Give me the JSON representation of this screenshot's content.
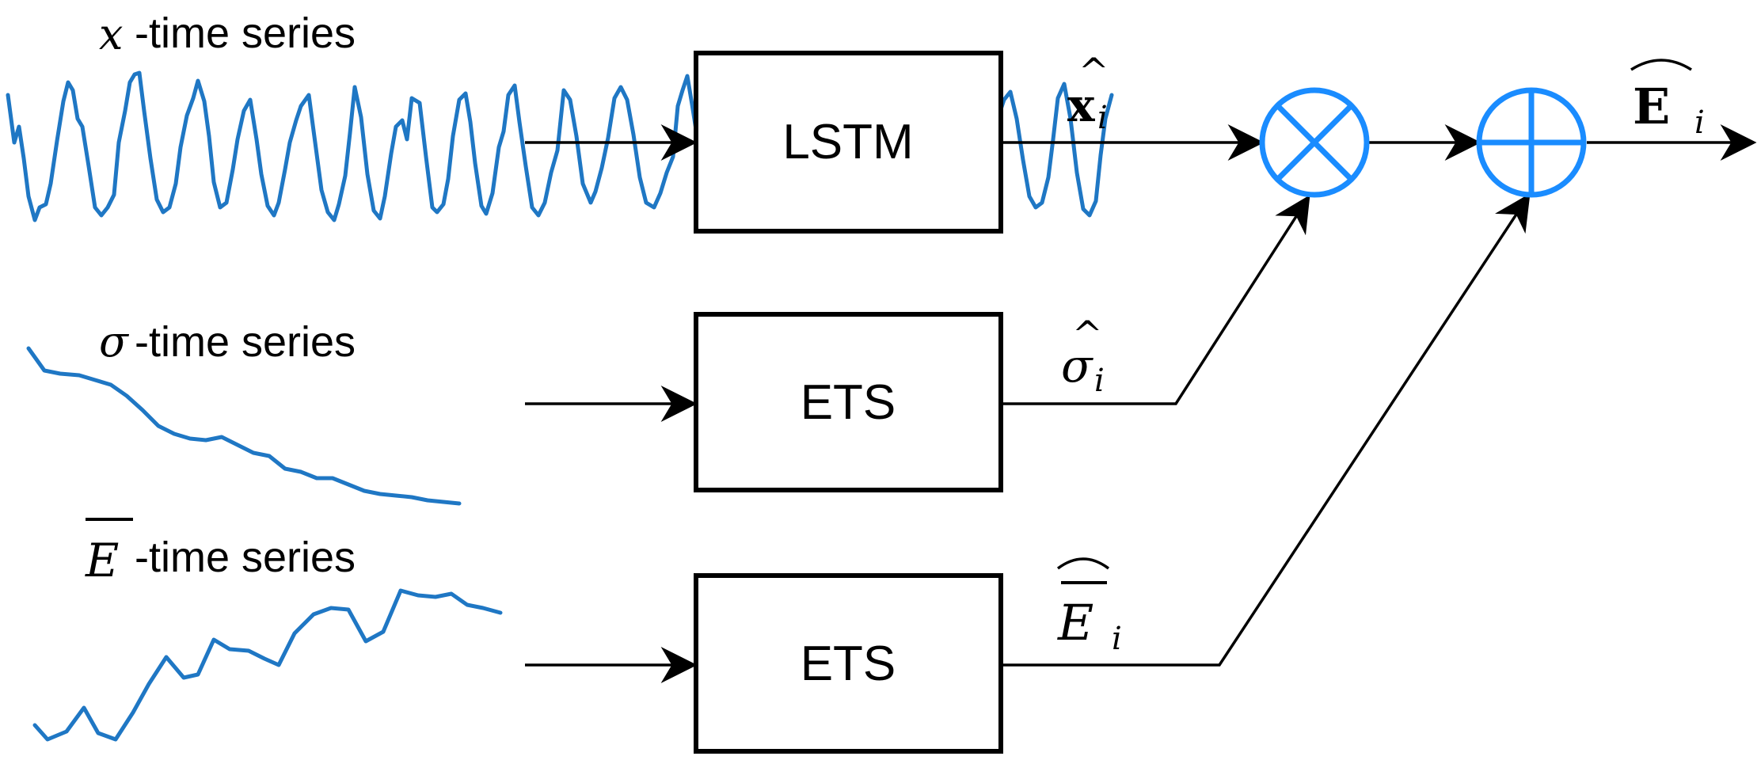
{
  "series_inputs": [
    {
      "id": "x",
      "symbol": "x",
      "suffix": "-time series"
    },
    {
      "id": "sigma",
      "symbol": "σ",
      "suffix": "-time series"
    },
    {
      "id": "ebar",
      "symbol": "E",
      "suffix": "-time series"
    }
  ],
  "blocks": [
    {
      "id": "lstm",
      "label": "LSTM"
    },
    {
      "id": "ets1",
      "label": "ETS"
    },
    {
      "id": "ets2",
      "label": "ETS"
    }
  ],
  "outputs": {
    "x_hat": {
      "symbol": "x",
      "subscript": "i"
    },
    "sigma_hat": {
      "symbol": "σ",
      "subscript": "i"
    },
    "ebar_hat": {
      "symbol": "E",
      "subscript": "i"
    },
    "final": {
      "symbol": "E",
      "subscript": "i"
    }
  },
  "operators": {
    "multiply": "multiply-icon",
    "add": "add-icon"
  },
  "colors": {
    "series_line": "#1f77c4",
    "operator": "#1a8cff",
    "stroke": "#000000"
  }
}
